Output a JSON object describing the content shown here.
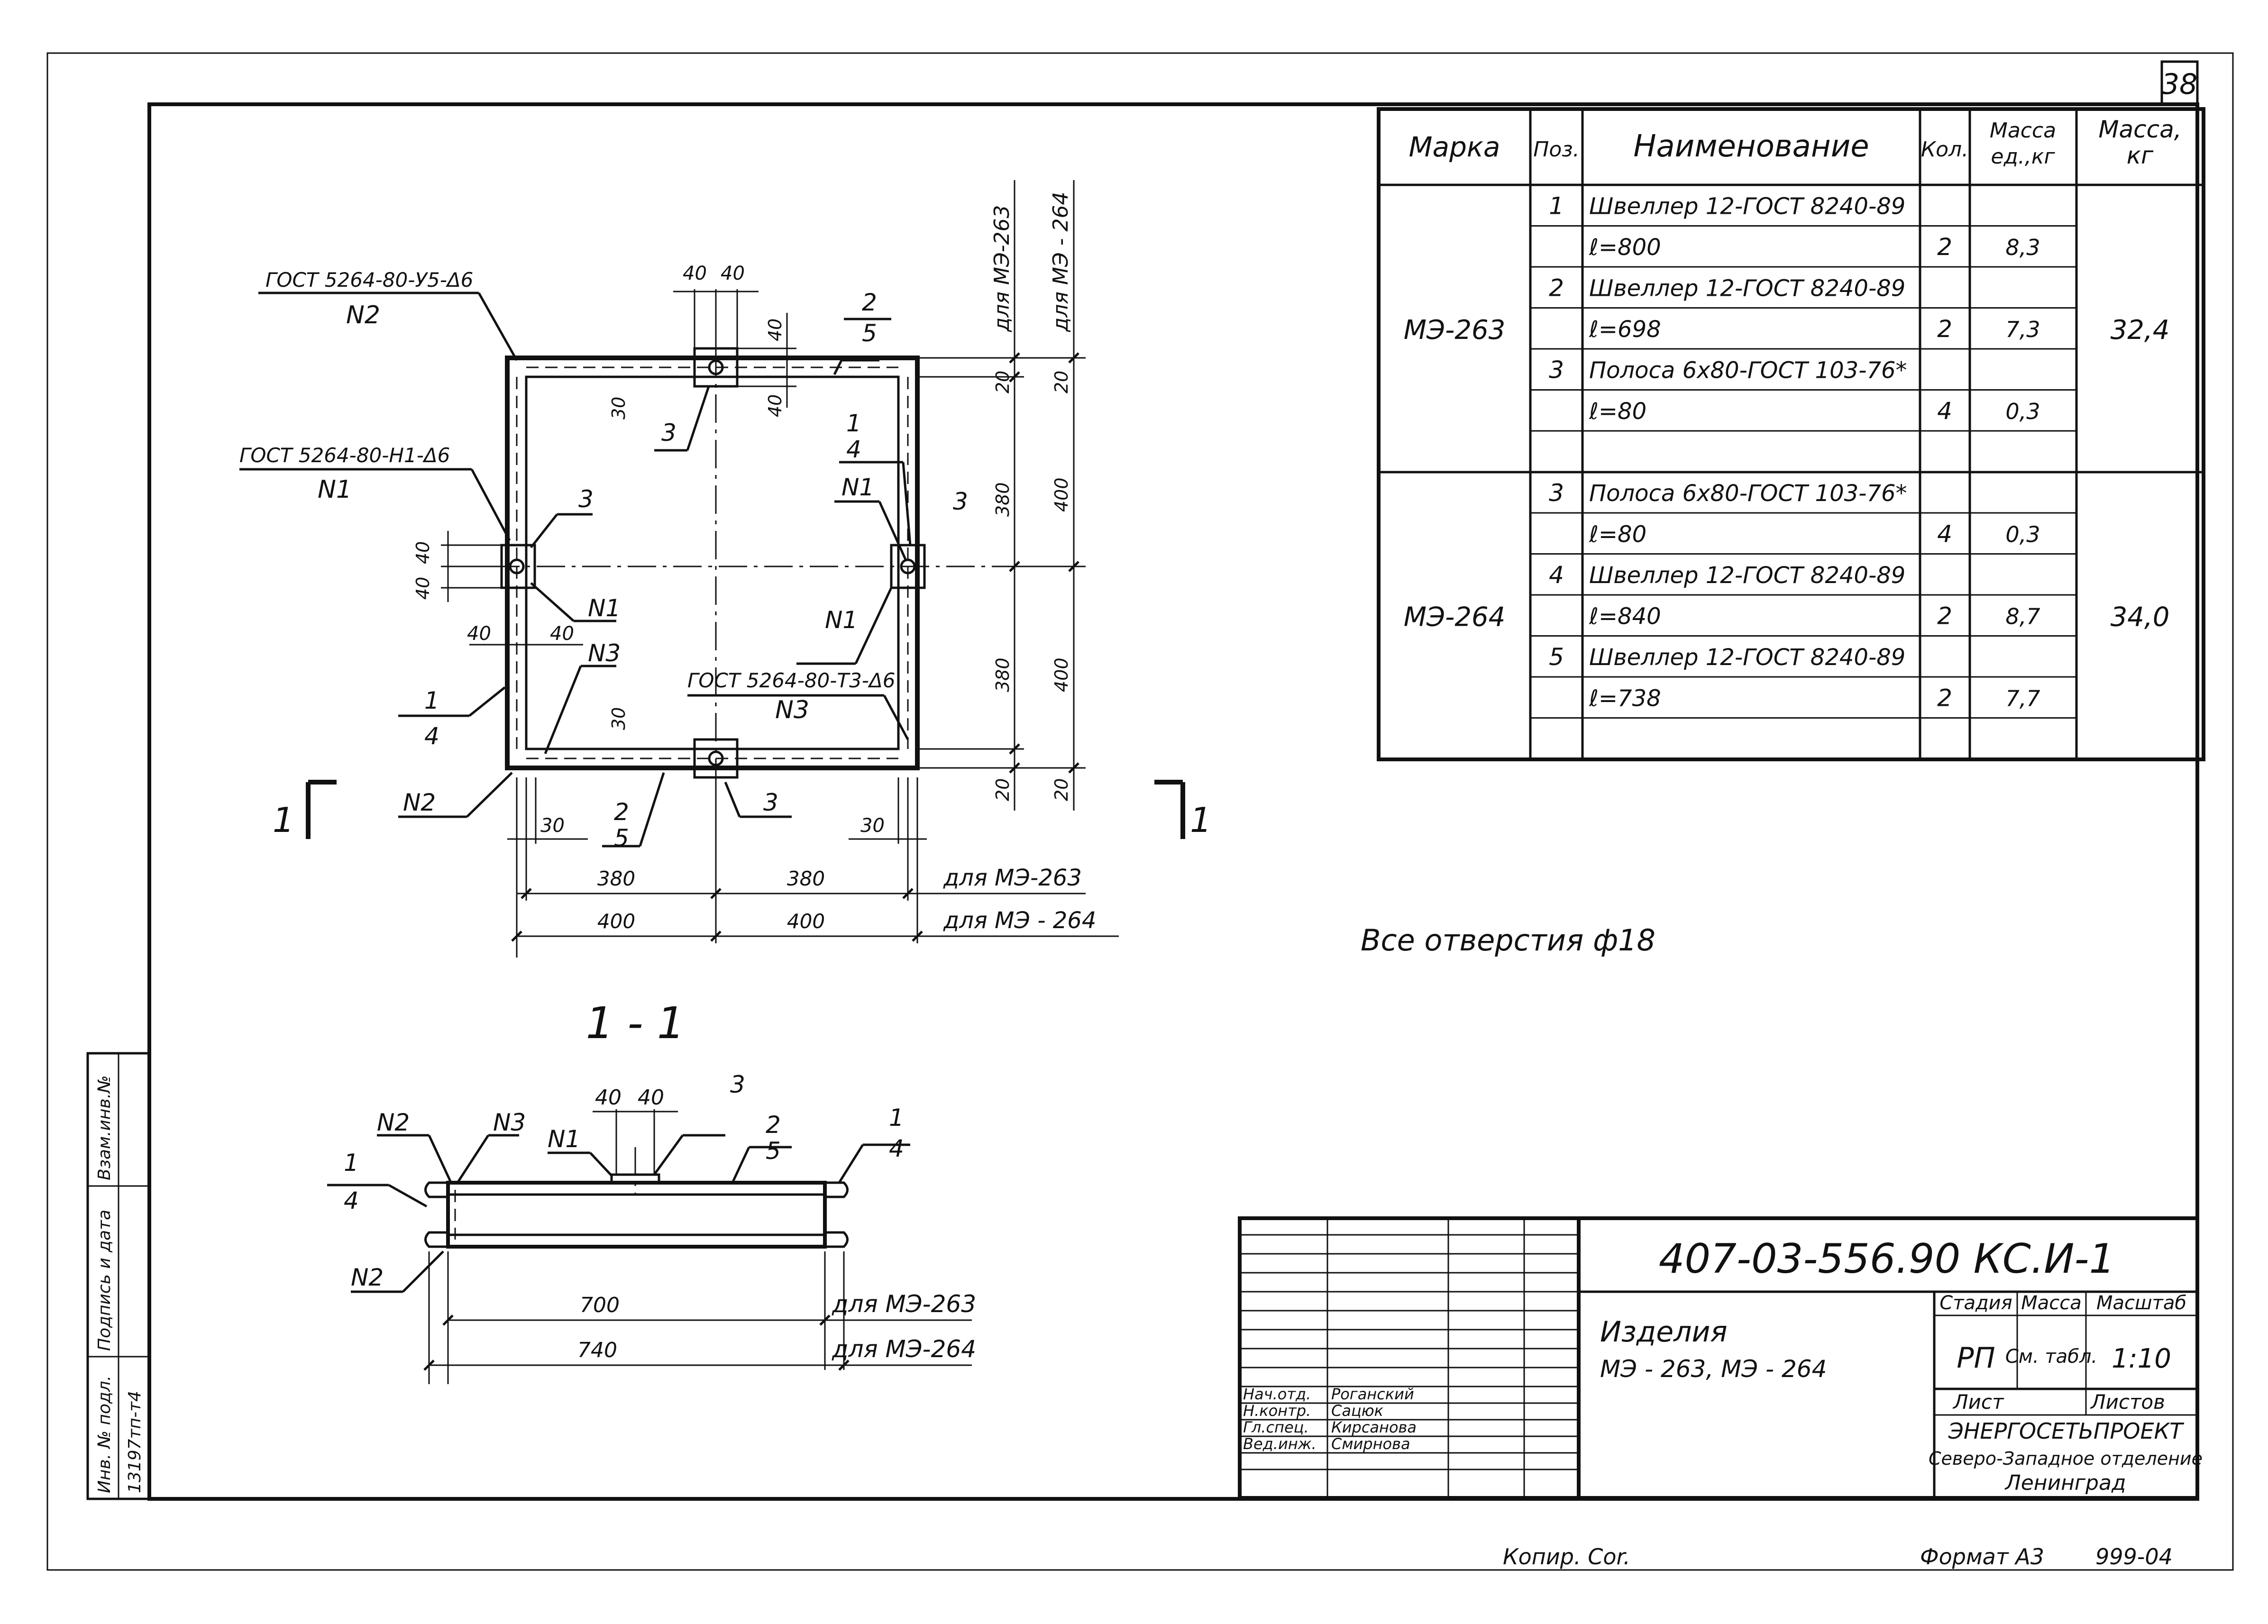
{
  "sheet": {
    "sheet_number": "38",
    "document_code": "407-03-556.90   КС.И-1",
    "product_title": "Изделия",
    "product_marks": "МЭ - 263,  МЭ - 264",
    "note": "Все  отверстия  ф18",
    "copied": "Копир. Cor.",
    "format": "Формат А3",
    "stamp_number": "999-04",
    "inv_number": "13197тп-т4"
  },
  "margin_box": {
    "labels": [
      "Инв. № подл.",
      "Подпись и дата",
      "Взам.инв.№"
    ]
  },
  "spec_table": {
    "headers": {
      "mark": "Марка",
      "pos": "Поз.",
      "name": "Наименование",
      "qty": "Кол.",
      "unit_mass": "Масса ед.,кг",
      "mass": "Масса, кг"
    },
    "groups": [
      {
        "mark": "МЭ-263",
        "total": "32,4",
        "rows": [
          {
            "pos": "1",
            "name": "Швеллер 12-ГОСТ 8240-89",
            "qty": "",
            "unit": ""
          },
          {
            "pos": "",
            "name": "ℓ=800",
            "qty": "2",
            "unit": "8,3"
          },
          {
            "pos": "2",
            "name": "Швеллер 12-ГОСТ 8240-89",
            "qty": "",
            "unit": ""
          },
          {
            "pos": "",
            "name": "ℓ=698",
            "qty": "2",
            "unit": "7,3"
          },
          {
            "pos": "3",
            "name": "Полоса 6х80-ГОСТ 103-76*",
            "qty": "",
            "unit": ""
          },
          {
            "pos": "",
            "name": "ℓ=80",
            "qty": "4",
            "unit": "0,3"
          },
          {
            "pos": "",
            "name": "",
            "qty": "",
            "unit": ""
          }
        ]
      },
      {
        "mark": "МЭ-264",
        "total": "34,0",
        "rows": [
          {
            "pos": "3",
            "name": "Полоса 6х80-ГОСТ 103-76*",
            "qty": "",
            "unit": ""
          },
          {
            "pos": "",
            "name": "ℓ=80",
            "qty": "4",
            "unit": "0,3"
          },
          {
            "pos": "4",
            "name": "Швеллер 12-ГОСТ 8240-89",
            "qty": "",
            "unit": ""
          },
          {
            "pos": "",
            "name": "ℓ=840",
            "qty": "2",
            "unit": "8,7"
          },
          {
            "pos": "5",
            "name": "Швеллер 12-ГОСТ 8240-89",
            "qty": "",
            "unit": ""
          },
          {
            "pos": "",
            "name": "ℓ=738",
            "qty": "2",
            "unit": "7,7"
          },
          {
            "pos": "",
            "name": "",
            "qty": "",
            "unit": ""
          }
        ]
      }
    ]
  },
  "plan_view": {
    "weld_top_left": "ГОСТ 5264-80-У5-Δ6",
    "weld_top_left_tag": "N2",
    "weld_left": "ГОСТ 5264-80-Н1-Δ6",
    "weld_left_tag": "N1",
    "weld_bottom": "ГОСТ 5264-80-Т3-Δ6",
    "weld_bottom_tag": "N3",
    "tag_n1": "N1",
    "tag_n2": "N2",
    "tag_n3": "N3",
    "pos_1": "1",
    "pos_2": "2",
    "pos_3": "3",
    "pos_4": "4",
    "pos_5": "5",
    "dim_40": "40",
    "dim_30": "30",
    "dim_20": "20",
    "dim_380": "380",
    "dim_400": "400",
    "for_263": "для МЭ-263",
    "for_264": "для МЭ - 264",
    "section_mark": "1"
  },
  "section_view": {
    "title": "1 - 1",
    "tag_n1": "N1",
    "tag_n2": "N2",
    "tag_n3": "N3",
    "pos_1": "1",
    "pos_2": "2",
    "pos_3": "3",
    "pos_4": "4",
    "pos_5": "5",
    "dim_40": "40",
    "dim_700": "700",
    "dim_740": "740",
    "for_263": "для МЭ-263",
    "for_264": "для МЭ-264"
  },
  "title_block": {
    "stage_label": "Стадия",
    "mass_label": "Масса",
    "scale_label": "Масштаб",
    "stage": "РП",
    "mass": "См. табл.",
    "scale": "1:10",
    "sheet_label": "Лист",
    "sheets_label": "Листов",
    "org_name": "ЭНЕРГОСЕТЬПРОЕКТ",
    "org_branch": "Северо-Западное отделение",
    "org_city": "Ленинград",
    "staff": [
      {
        "role": "Нач.отд.",
        "name": "Роганский"
      },
      {
        "role": "Н.контр.",
        "name": "Сацюк"
      },
      {
        "role": "Гл.спец.",
        "name": "Кирсанова"
      },
      {
        "role": "Вед.инж.",
        "name": "Смирнова"
      }
    ]
  }
}
